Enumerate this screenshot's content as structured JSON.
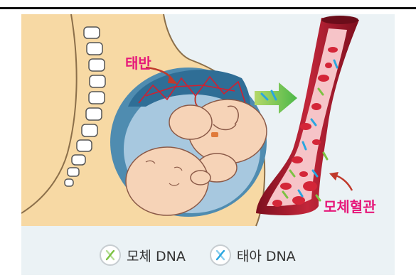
{
  "labels": {
    "placenta": "태반",
    "maternal_vessel": "모체혈관"
  },
  "legend": [
    {
      "label": "모체 DNA",
      "icon": "dna-icon",
      "color": "#7cc242"
    },
    {
      "label": "태아 DNA",
      "icon": "dna-icon",
      "color": "#2aa6e0"
    }
  ],
  "colors": {
    "placenta_label": "#e6197a",
    "vessel_label": "#e6197a",
    "arrow": "#6cc04a",
    "maternal_dna": "#7cc242",
    "fetal_dna": "#2aa6e0",
    "vessel": "#a3162b",
    "blood_cell": "#d42638"
  }
}
